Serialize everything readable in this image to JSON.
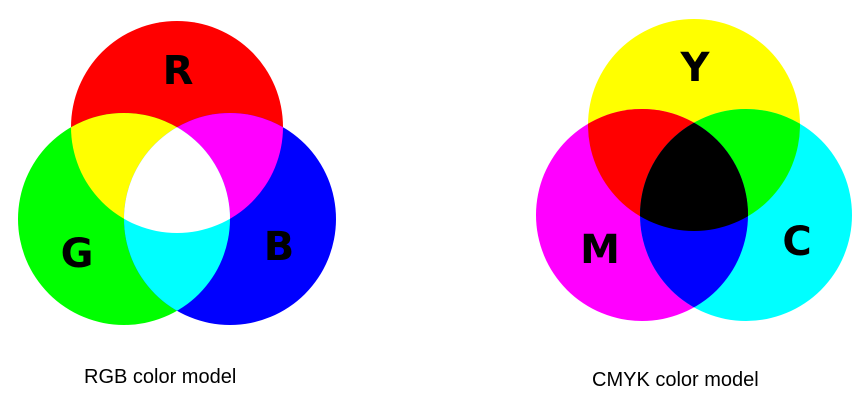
{
  "rgb": {
    "caption": "RGB color model",
    "circles": [
      {
        "label": "R",
        "color": "#ff0000"
      },
      {
        "label": "G",
        "color": "#00ff00"
      },
      {
        "label": "B",
        "color": "#0000ff"
      }
    ],
    "overlaps": {
      "red_green": "#ffff00",
      "red_blue": "#ff00ff",
      "green_blue": "#00ffff",
      "center": "#ffffff"
    }
  },
  "cmyk": {
    "caption": "CMYK color model",
    "circles": [
      {
        "label": "Y",
        "color": "#ffff00"
      },
      {
        "label": "M",
        "color": "#ff00ff"
      },
      {
        "label": "C",
        "color": "#00ffff"
      }
    ],
    "overlaps": {
      "yellow_magenta": "#ff0000",
      "yellow_cyan": "#00ff00",
      "magenta_cyan": "#0000ff",
      "center": "#000000"
    }
  }
}
